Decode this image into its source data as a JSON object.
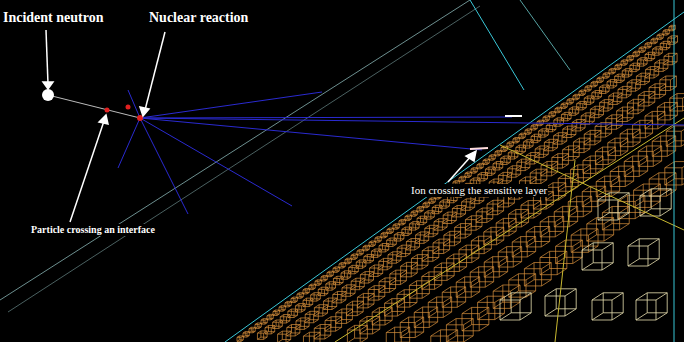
{
  "diagram": {
    "labels": [
      "Incident neutron",
      "Nuclear reaction",
      "Particle crossing an interface",
      "Ion crossing the sensitive layer"
    ]
  }
}
